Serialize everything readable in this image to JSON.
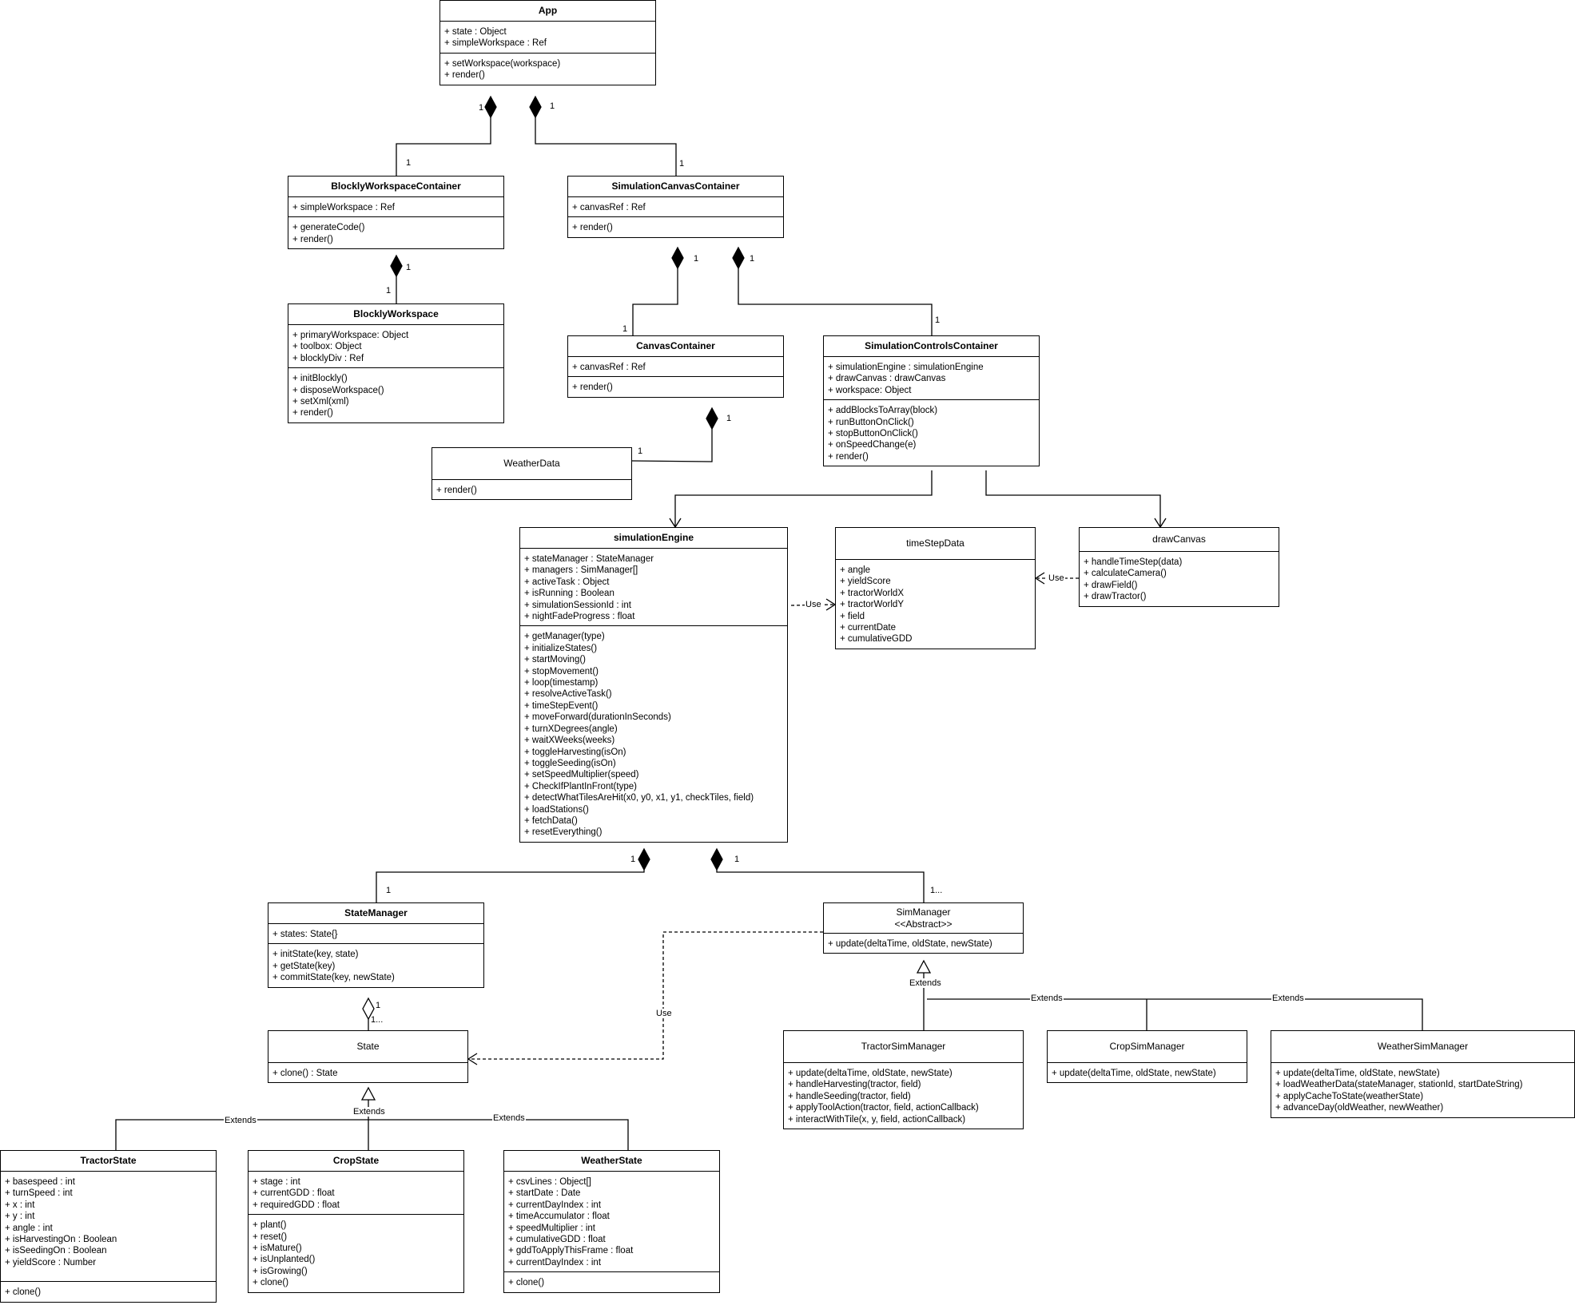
{
  "classes": {
    "app": {
      "name": "App",
      "attributes": [
        "+ state : Object",
        "+ simpleWorkspace : Ref"
      ],
      "methods": [
        "+ setWorkspace(workspace)",
        "+ render()"
      ]
    },
    "blocklyWorkspaceContainer": {
      "name": "BlocklyWorkspaceContainer",
      "attributes": [
        "+ simpleWorkspace : Ref"
      ],
      "methods": [
        "+ generateCode()",
        "+ render()"
      ]
    },
    "simulationCanvasContainer": {
      "name": "SimulationCanvasContainer",
      "attributes": [
        "+ canvasRef : Ref"
      ],
      "methods": [
        "+ render()"
      ]
    },
    "blocklyWorkspace": {
      "name": "BlocklyWorkspace",
      "attributes": [
        "+ primaryWorkspace: Object",
        "+ toolbox: Object",
        "+ blocklyDiv : Ref"
      ],
      "methods": [
        "+ initBlockly()",
        "+ disposeWorkspace()",
        "+ setXml(xml)",
        "+ render()"
      ]
    },
    "canvasContainer": {
      "name": "CanvasContainer",
      "attributes": [
        "+ canvasRef : Ref"
      ],
      "methods": [
        "+ render()"
      ]
    },
    "simulationControlsContainer": {
      "name": "SimulationControlsContainer",
      "attributes": [
        "+ simulationEngine : simulationEngine",
        "+ drawCanvas : drawCanvas",
        "+ workspace: Object"
      ],
      "methods": [
        "+ addBlocksToArray(block)",
        "+ runButtonOnClick()",
        "+ stopButtonOnClick()",
        "+ onSpeedChange(e)",
        "+ render()"
      ]
    },
    "weatherData": {
      "name": "WeatherData",
      "methods": [
        "+ render()"
      ]
    },
    "simulationEngine": {
      "name": "simulationEngine",
      "attributes": [
        "+ stateManager : StateManager",
        "+ managers : SimManager[]",
        "+ activeTask : Object",
        "+ isRunning : Boolean",
        "+ simulationSessionId : int",
        "+ nightFadeProgress : float"
      ],
      "methods": [
        "+ getManager(type)",
        "+ initializeStates()",
        "+ startMoving()",
        "+ stopMovement()",
        "+ loop(timestamp)",
        "+ resolveActiveTask()",
        "+ timeStepEvent()",
        "+ moveForward(durationInSeconds)",
        "+ turnXDegrees(angle)",
        "+ waitXWeeks(weeks)",
        "+ toggleHarvesting(isOn)",
        "+ toggleSeeding(isOn)",
        "+ setSpeedMultiplier(speed)",
        "+ CheckIfPlantInFront(type)",
        "+ detectWhatTilesAreHit(x0, y0, x1, y1, checkTiles, field)",
        "+ loadStations()",
        "+ fetchData()",
        "+ resetEverything()"
      ]
    },
    "timeStepData": {
      "name": "timeStepData",
      "attributes": [
        "+ angle",
        "+ yieldScore",
        "+ tractorWorldX",
        "+ tractorWorldY",
        "+ field",
        "+ currentDate",
        "+ cumulativeGDD"
      ]
    },
    "drawCanvas": {
      "name": "drawCanvas",
      "methods": [
        "+ handleTimeStep(data)",
        "+ calculateCamera()",
        "+ drawField()",
        "+ drawTractor()"
      ]
    },
    "stateManager": {
      "name": "StateManager",
      "attributes": [
        "+ states: State{}"
      ],
      "methods": [
        "+ initState(key, state)",
        "+ getState(key)",
        "+ commitState(key, newState)"
      ]
    },
    "simManager": {
      "name": "SimManager",
      "stereotype": "<<Abstract>>",
      "methods": [
        "+ update(deltaTime, oldState, newState)"
      ]
    },
    "state": {
      "name": "State",
      "methods": [
        "+ clone() : State"
      ]
    },
    "tractorSimManager": {
      "name": "TractorSimManager",
      "methods": [
        "+ update(deltaTime, oldState, newState)",
        "+ handleHarvesting(tractor, field)",
        "+ handleSeeding(tractor, field)",
        "+ applyToolAction(tractor, field, actionCallback)",
        "+ interactWithTile(x, y, field, actionCallback)"
      ]
    },
    "cropSimManager": {
      "name": "CropSimManager",
      "methods": [
        "+ update(deltaTime, oldState, newState)"
      ]
    },
    "weatherSimManager": {
      "name": "WeatherSimManager",
      "methods": [
        "+ update(deltaTime, oldState, newState)",
        "+ loadWeatherData(stateManager, stationId, startDateString)",
        "+ applyCacheToState(weatherState)",
        "+ advanceDay(oldWeather, newWeather)"
      ]
    },
    "tractorState": {
      "name": "TractorState",
      "attributes": [
        "+ basespeed : int",
        "+ turnSpeed : int",
        "+ x : int",
        "+ y : int",
        "+ angle : int",
        "+ isHarvestingOn : Boolean",
        "+ isSeedingOn : Boolean",
        "+ yieldScore : Number"
      ],
      "methods": [
        "+ clone()"
      ]
    },
    "cropState": {
      "name": "CropState",
      "attributes": [
        "+ stage : int",
        "+ currentGDD : float",
        "+ requiredGDD : float"
      ],
      "methods": [
        "+ plant()",
        "+ reset()",
        "+ isMature()",
        "+ isUnplanted()",
        "+ isGrowing()",
        "+ clone()"
      ]
    },
    "weatherState": {
      "name": "WeatherState",
      "attributes": [
        "+ csvLines : Object[]",
        "+ startDate : Date",
        "+ currentDayIndex : int",
        "+ timeAccumulator : float",
        "+ speedMultiplier : int",
        "+ cumulativeGDD : float",
        "+ gddToApplyThisFrame : float",
        "+ currentDayIndex : int"
      ],
      "methods": [
        "+ clone()"
      ]
    }
  },
  "edge_labels": {
    "one": "1",
    "many": "1...",
    "use": "Use",
    "extends": "Extends"
  }
}
